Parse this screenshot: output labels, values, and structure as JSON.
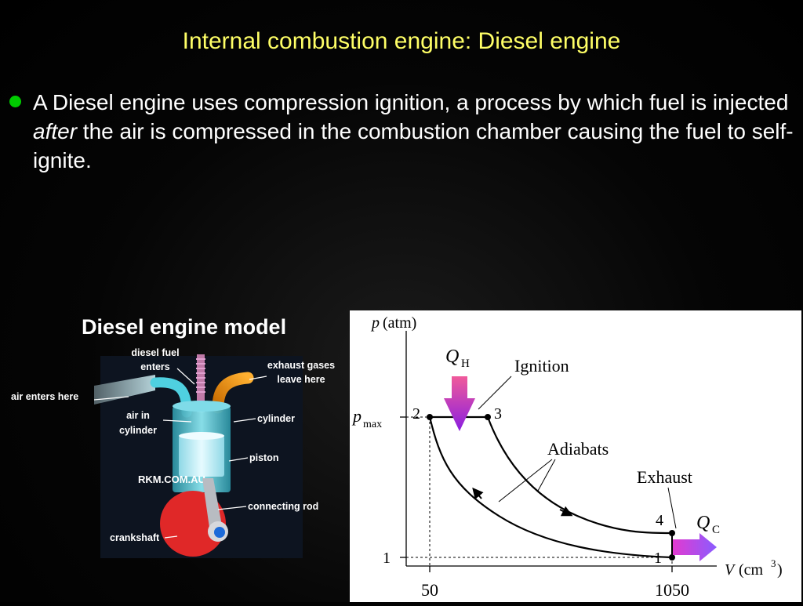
{
  "slide": {
    "title": "Internal combustion engine: Diesel engine",
    "bullet": {
      "part1": "A Diesel engine uses compression ignition, a process by which fuel is injected ",
      "emphasis": "after",
      "part2": " the air is compressed in the combustion chamber causing the fuel to self-ignite."
    }
  },
  "model": {
    "title": "Diesel engine model",
    "labels": {
      "diesel_fuel": [
        "diesel fuel",
        "enters"
      ],
      "exhaust": [
        "exhaust gases",
        "leave here"
      ],
      "air_enters": "air enters here",
      "air_in_cylinder": [
        "air in",
        "cylinder"
      ],
      "cylinder": "cylinder",
      "piston": "piston",
      "watermark": "RKM.COM.AU",
      "connecting_rod": "connecting rod",
      "crankshaft": "crankshaft"
    }
  },
  "pv_diagram": {
    "p_label": "p",
    "p_unit": "(atm)",
    "v_label": "V",
    "v_unit": "(cm",
    "v_unit_exp": "3",
    "v_unit_close": ")",
    "pmax": "p",
    "pmax_sub": "max",
    "p_tick_1": "1",
    "v_tick_50": "50",
    "v_tick_1050": "1050",
    "qh": "Q",
    "qh_sub": "H",
    "qc": "Q",
    "qc_sub": "C",
    "ignition": "Ignition",
    "adiabats": "Adiabats",
    "exhaust": "Exhaust",
    "points": [
      "1",
      "2",
      "3",
      "4"
    ],
    "colors": {
      "heat_in": "#b020c8",
      "heat_out": "#cc33dd"
    }
  }
}
